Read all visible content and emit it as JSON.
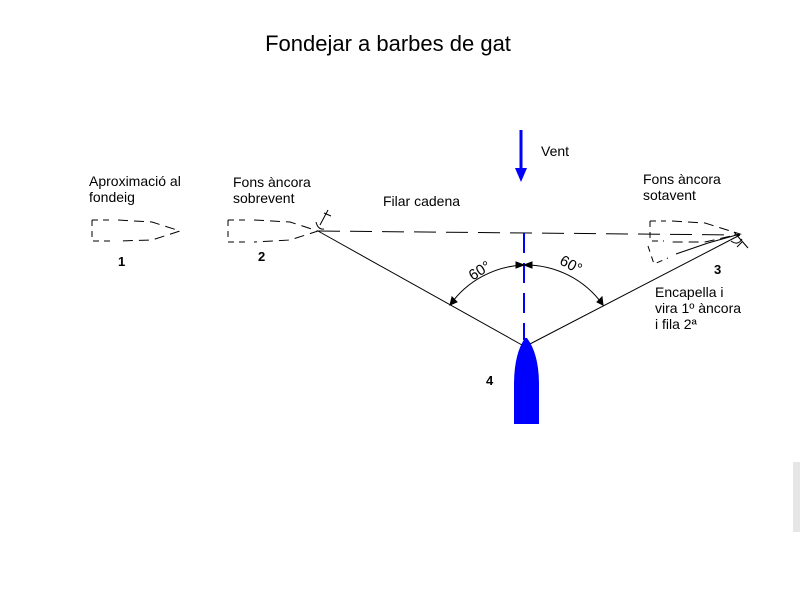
{
  "title": "Fondejar a barbes de gat",
  "labels": {
    "wind": "Vent",
    "approach_line1": "Aproximació al",
    "approach_line2": "fondeig",
    "windward_anchor_line1": "Fons àncora",
    "windward_anchor_line2": "sobrevent",
    "pay_out_chain": "Filar cadena",
    "leeward_anchor_line1": "Fons àncora",
    "leeward_anchor_line2": "sotavent",
    "step3_line1": "Encapella i",
    "step3_line2": "vira 1º àncora",
    "step3_line3": "i fila 2ª",
    "angle_left": "60°",
    "angle_right": "60°"
  },
  "steps": [
    "1",
    "2",
    "3",
    "4"
  ],
  "colors": {
    "boat_fill": "#0000ff",
    "wind_arrow": "#0000ff",
    "center_line": "#0000ff",
    "lines": "#000000"
  }
}
